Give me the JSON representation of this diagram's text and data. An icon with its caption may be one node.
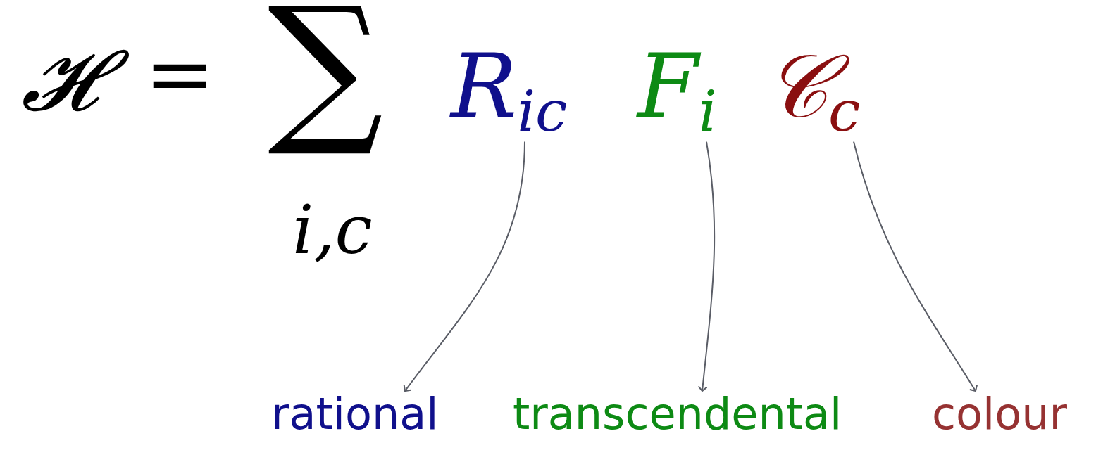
{
  "diagram": {
    "nodes": [
      {
        "text": [
          "R$_{ic}$"
        ]
      },
      {
        "text": [
          "F$_{i}$"
        ]
      },
      {
        "text": [
          "𝒞$_{c}$"
        ]
      },
      {
        "text": [
          "rational"
        ]
      },
      {
        "text": [
          "transcendental"
        ]
      },
      {
        "text": [
          "colour"
        ]
      }
    ],
    "edges": [
      {
        "from": 0,
        "to": 3,
        "arrow": "to"
      },
      {
        "from": 1,
        "to": 4,
        "arrow": "to"
      },
      {
        "from": 2,
        "to": 5,
        "arrow": "to"
      }
    ],
    "labels": [
      "𝓗",
      "=",
      "∑",
      "i,c"
    ]
  }
}
